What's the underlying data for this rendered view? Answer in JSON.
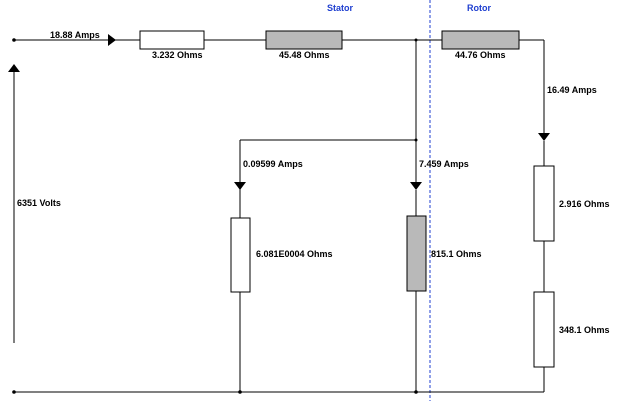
{
  "headers": {
    "stator": "Stator",
    "rotor": "Rotor"
  },
  "source": {
    "voltage": "6351 Volts"
  },
  "currents": {
    "input": "18.88 Amps",
    "core_loss_branch": "0.09599 Amps",
    "magnetizing_branch": "7.459 Amps",
    "rotor": "16.49 Amps"
  },
  "resistors": {
    "stator_r": "3.232 Ohms",
    "stator_x": "45.48 Ohms",
    "rotor_x": "44.76 Ohms",
    "core_loss": "6.081E0004 Ohms",
    "magnetizing": "815.1 Ohms",
    "rotor_r": "2.916 Ohms",
    "load": "348.1 Ohms"
  },
  "colors": {
    "header_text": "#1f3fd0",
    "reactance_fill": "#b9b9b9",
    "divider": "#1f3fd0"
  }
}
